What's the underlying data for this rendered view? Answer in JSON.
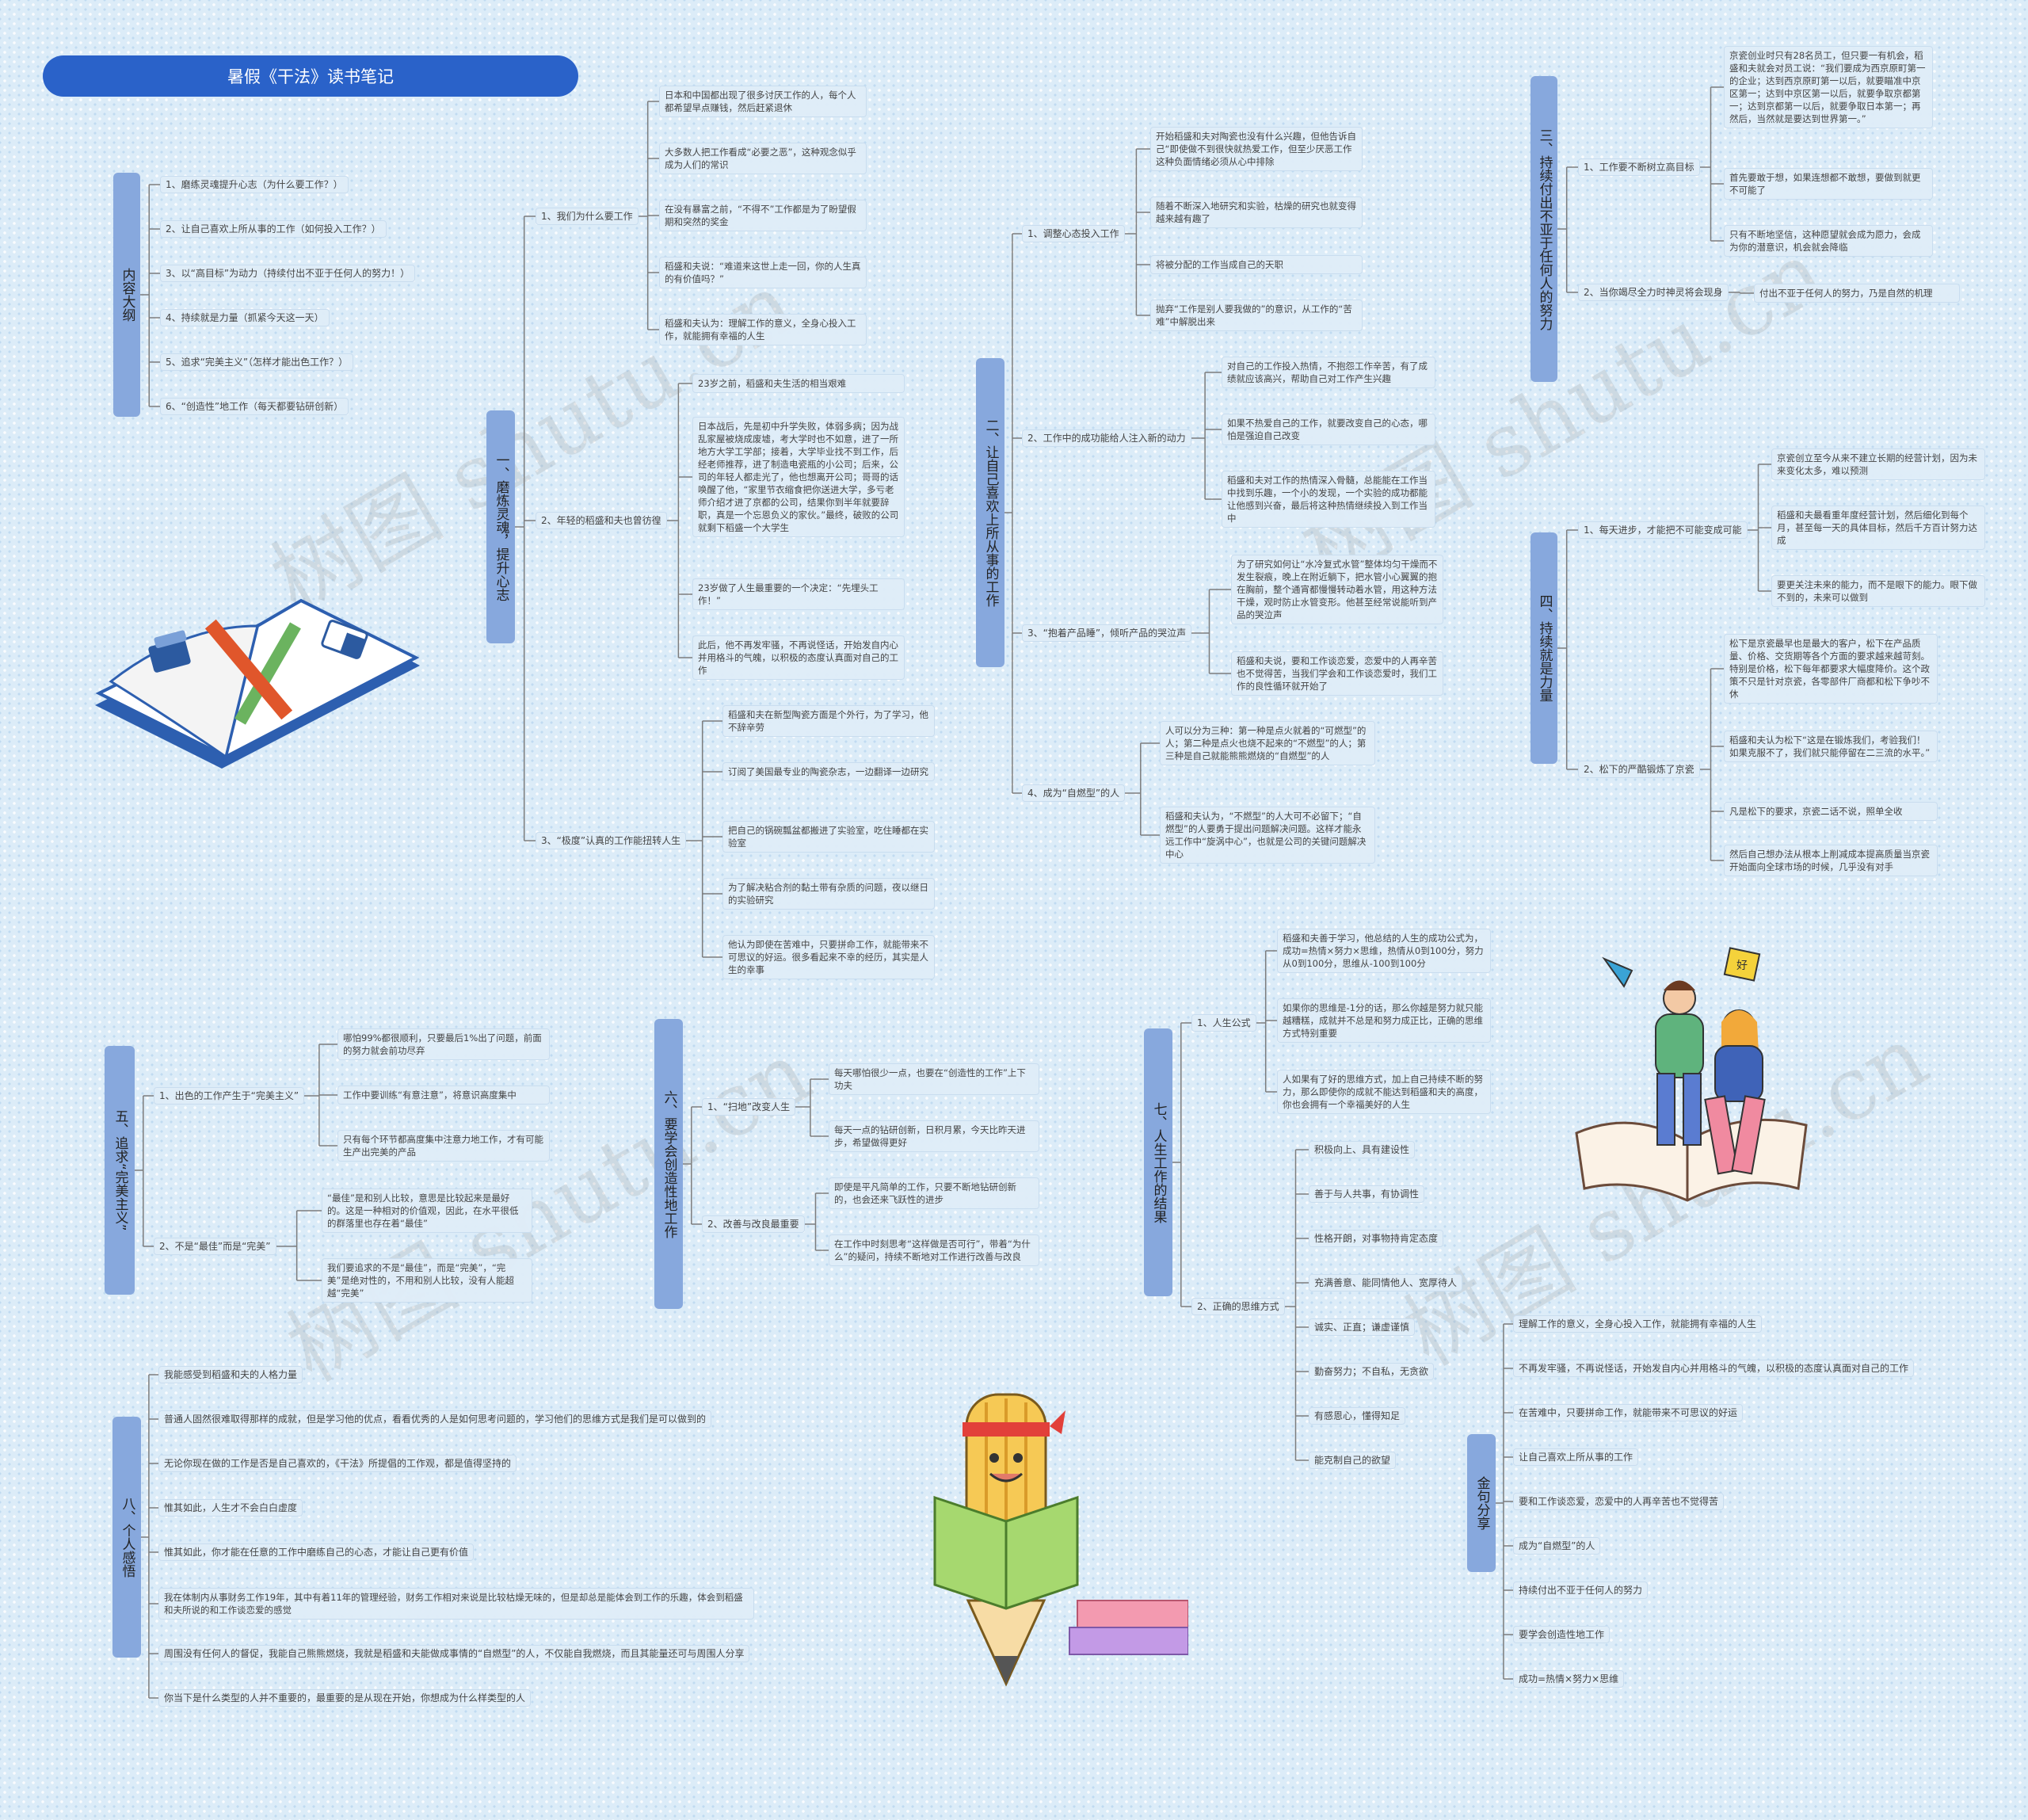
{
  "title": "暑假《干法》读书笔记",
  "watermark": "树图 shutu.cn",
  "colors": {
    "title_bg": "#2a62c9",
    "branch_bg": "#87a8dd",
    "line": "#7d7d7d",
    "node_bg": "#dfecf8"
  },
  "outline": {
    "label": "内容大纲",
    "items": [
      "1、磨练灵魂提升心志（为什么要工作？）",
      "2、让自己喜欢上所从事的工作（如何投入工作？）",
      "3、以“高目标”为动力（持续付出不亚于任何人的努力！）",
      "4、持续就是力量（抓紧今天这一天）",
      "5、追求“完美主义”（怎样才能出色工作？）",
      "6、“创造性”地工作（每天都要钻研创新）"
    ]
  },
  "b1": {
    "label": "一、磨炼灵魂，提升心志",
    "s1": "1、我们为什么要工作",
    "s1_notes": [
      "日本和中国都出现了很多讨厌工作的人，每个人都希望早点赚钱，然后赶紧退休",
      "大多数人把工作看成“必要之恶”，这种观念似乎成为人们的常识",
      "在没有暴富之前，“不得不”工作都是为了盼望假期和突然的奖金",
      "稻盛和夫说：“难道来这世上走一回，你的人生真的有价值吗？”",
      "稻盛和夫认为：理解工作的意义，全身心投入工作，就能拥有幸福的人生"
    ],
    "s2": "2、年轻的稻盛和夫也曾彷徨",
    "s2_notes": [
      "23岁之前，稻盛和夫生活的相当艰难",
      "日本战后，先是初中升学失败，体弱多病；因为战乱家屋被烧成废墟，考大学时也不如意，进了一所地方大学工学部；接着，大学毕业找不到工作，后经老师推荐，进了制造电瓷瓶的小公司；后来，公司的年轻人都走光了，他也想离开公司；哥哥的话唤醒了他，“家里节衣缩食把你送进大学，多亏老师介绍才进了京都的公司，结果你到半年就要辞职，真是一个忘恩负义的家伙。”最终，破败的公司就剩下稻盛一个大学生",
      "23岁做了人生最重要的一个决定：“先埋头工作！”",
      "此后，他不再发牢骚，不再说怪话，开始发自内心并用格斗的气魄，以积极的态度认真面对自己的工作"
    ],
    "s3": "3、“极度”认真的工作能扭转人生",
    "s3_notes": [
      "稻盛和夫在新型陶瓷方面是个外行，为了学习，他不辞辛劳",
      "订阅了美国最专业的陶瓷杂志，一边翻译一边研究",
      "把自己的锅碗瓢盆都搬进了实验室，吃住睡都在实验室",
      "为了解决粘合剂的黏土带有杂质的问题，夜以继日的实验研究",
      "他认为即使在苦难中，只要拼命工作，就能带来不可思议的好运。很多看起来不幸的经历，其实是人生的幸事"
    ]
  },
  "b2": {
    "label": "二、让自己喜欢上所从事的工作",
    "s1": "1、调整心态投入工作",
    "s1_notes": [
      "开始稻盛和夫对陶瓷也没有什么兴趣，但他告诉自己“即使做不到很快就热爱工作，但至少厌恶工作这种负面情绪必须从心中排除",
      "随着不断深入地研究和实验，枯燥的研究也就变得越来越有趣了",
      "将被分配的工作当成自己的天职",
      "抛弃“工作是别人要我做的”的意识，从工作的“苦难”中解脱出来"
    ],
    "s2": "2、工作中的成功能给人注入新的动力",
    "s2_notes": [
      "对自己的工作投入热情，不抱怨工作辛苦，有了成绩就应该高兴，帮助自己对工作产生兴趣",
      "如果不热爱自己的工作，就要改变自己的心态，哪怕是强迫自己改变",
      "稻盛和夫对工作的热情深入骨髓，总能能在工作当中找到乐趣，一个小的发现，一个实验的成功都能让他感到兴奋，最后将这种热情继续投入到工作当中"
    ],
    "s3": "3、“抱着产品睡”，倾听产品的哭泣声",
    "s3_notes": [
      "为了研究如何让“水冷复式水管”整体均匀干燥而不发生裂痕，晚上在附近躺下，把水管小心翼翼的抱在胸前，整个通宵都慢慢转动着水管，用这种方法干燥，观时防止水管变形。他甚至经常说能听到产品的哭泣声",
      "稻盛和夫说，要和工作谈恋爱，恋爱中的人再辛苦也不觉得苦，当我们学会和工作谈恋爱时，我们工作的良性循环就开始了"
    ],
    "s4": "4、成为“自燃型”的人",
    "s4_notes": [
      "人可以分为三种：第一种是点火就着的“可燃型”的人；第二种是点火也烧不起来的“不燃型”的人；第三种是自己就能熊熊燃烧的“自燃型”的人",
      "稻盛和夫认为，“不燃型”的人大可不必留下；“自燃型”的人要勇于提出问题解决问题。这样才能永远工作中“旋涡中心”，也就是公司的关键问题解决中心"
    ]
  },
  "b3": {
    "label": "三、持续付出不亚于任何人的努力",
    "s1": "1、工作要不断树立高目标",
    "s1_notes": [
      "京瓷创业时只有28名员工，但只要一有机会，稻盛和夫就会对员工说：“我们要成为西京原町第一的企业；达到西京原町第一以后，就要瞄准中京区第一；达到中京区第一以后，就要争取京都第一；达到京都第一以后，就要争取日本第一；再然后，当然就是要达到世界第一。”",
      "首先要敢于想，如果连想都不敢想，要做到就更不可能了",
      "只有不断地坚信，这种愿望就会成为愿力，会成为你的潜意识，机会就会降临"
    ],
    "s2": "2、当你竭尽全力时神灵将会现身",
    "s2_notes": [
      "付出不亚于任何人的努力，乃是自然的机理"
    ]
  },
  "b4": {
    "label": "四、持续就是力量",
    "s1": "1、每天进步，才能把不可能变成可能",
    "s1_notes": [
      "京瓷创立至今从来不建立长期的经营计划，因为未来变化太多，难以预测",
      "稻盛和夫最看重年度经营计划，然后细化到每个月，甚至每一天的具体目标，然后千方百计努力达成",
      "要更关注未来的能力，而不是眼下的能力。眼下做不到的，未来可以做到"
    ],
    "s2": "2、松下的严酷锻炼了京瓷",
    "s2_notes": [
      "松下是京瓷最早也是最大的客户，松下在产品质量、价格、交货期等各个方面的要求越来越苛刻。特别是价格，松下每年都要求大幅度降价。这个政策不只是针对京瓷，各零部件厂商都和松下争吵不休",
      "稻盛和夫认为松下“这是在锻炼我们，考验我们！如果克服不了，我们就只能停留在二三流的水平。”",
      "凡是松下的要求，京瓷二话不说，照单全收",
      "然后自己想办法从根本上削减成本提高质量当京瓷开始面向全球市场的时候，几乎没有对手"
    ]
  },
  "b5": {
    "label": "五、追求“完美主义”",
    "s1": "1、出色的工作产生于“完美主义”",
    "s1_notes": [
      "哪怕99%都很顺利，只要最后1%出了问题，前面的努力就会前功尽弃",
      "工作中要训练“有意注意”，将意识高度集中",
      "只有每个环节都高度集中注意力地工作，才有可能生产出完美的产品"
    ],
    "s2": "2、不是“最佳”而是“完美”",
    "s2_notes": [
      "“最佳”是和别人比较，意思是比较起来是最好的。这是一种相对的价值观，因此，在水平很低的群落里也存在着“最佳”",
      "我们要追求的不是“最佳”，而是“完美”，“完美”是绝对性的，不用和别人比较，没有人能超越“完美”"
    ]
  },
  "b6": {
    "label": "六、要学会创造性地工作",
    "s1": "1、“扫地”改变人生",
    "s1_notes": [
      "每天哪怕很少一点，也要在“创造性的工作”上下功夫",
      "每天一点的钻研创新，日积月累，今天比昨天进步，希望做得更好"
    ],
    "s2": "2、改善与改良最重要",
    "s2_notes": [
      "即使是平凡简单的工作，只要不断地钻研创新的，也会还来飞跃性的进步",
      "在工作中时刻思考“这样做是否可行”，带着“为什么”的疑问，持续不断地对工作进行改善与改良"
    ]
  },
  "b7": {
    "label": "七、人生工作的结果",
    "s1": "1、人生公式",
    "s1_notes": [
      "稻盛和夫善于学习，他总结的人生的成功公式为，成功=热情×努力×思维，热情从0到100分，努力从0到100分，思维从-100到100分",
      "如果你的思维是-1分的话，那么你越是努力就只能越糟糕，成就并不总是和努力成正比，正确的思维方式特别重要",
      "人如果有了好的思维方式，加上自己持续不断的努力，那么即使你的成就不能达到稻盛和夫的高度，你也会拥有一个幸福美好的人生"
    ],
    "s2": "2、正确的思维方式",
    "s2_notes": [
      "积极向上、具有建设性",
      "善于与人共事，有协调性",
      "性格开朗，对事物持肯定态度",
      "充满善意、能同情他人、宽厚待人",
      "诚实、正直；谦虚谨慎",
      "勤奋努力；不自私，无贪欲",
      "有感恩心，懂得知足",
      "能克制自己的欲望"
    ]
  },
  "b8": {
    "label": "八、个人感悟",
    "items": [
      "我能感受到稻盛和夫的人格力量",
      "普通人固然很难取得那样的成就，但是学习他的优点，看看优秀的人是如何思考问题的，学习他们的思维方式是我们是可以做到的",
      "无论你现在做的工作是否是自己喜欢的，《干法》所提倡的工作观，都是值得坚持的",
      "惟其如此，人生才不会白白虚度",
      "惟其如此，你才能在任意的工作中磨练自己的心态，才能让自己更有价值",
      "我在体制内从事财务工作19年，其中有着11年的管理经验，财务工作相对来说是比较枯燥无味的，但是却总是能体会到工作的乐趣，体会到稻盛和夫所说的和工作谈恋爱的感觉",
      "周围没有任何人的督促，我能自己熊熊燃烧，我就是稻盛和夫能做成事情的“自燃型”的人，不仅能自我燃烧，而且其能量还可与周围人分享",
      "你当下是什么类型的人并不重要的，最重要的是从现在开始，你想成为什么样类型的人"
    ]
  },
  "quotes": {
    "label": "金句分享",
    "items": [
      "理解工作的意义，全身心投入工作，就能拥有幸福的人生",
      "不再发牢骚，不再说怪话，开始发自内心并用格斗的气魄，以积极的态度认真面对自己的工作",
      "在苦难中，只要拼命工作，就能带来不可思议的好运",
      "让自己喜欢上所从事的工作",
      "要和工作谈恋爱，恋爱中的人再辛苦也不觉得苦",
      "成为“自燃型”的人",
      "持续付出不亚于任何人的努力",
      "要学会创造性地工作",
      "成功=热情×努力×思维"
    ]
  },
  "illustrations": {
    "book_pencil": "book-pencil-illustration",
    "kids_reading": "kids-reading-illustration",
    "pencil_mascot": "pencil-mascot-illustration",
    "banner_text": "好"
  }
}
